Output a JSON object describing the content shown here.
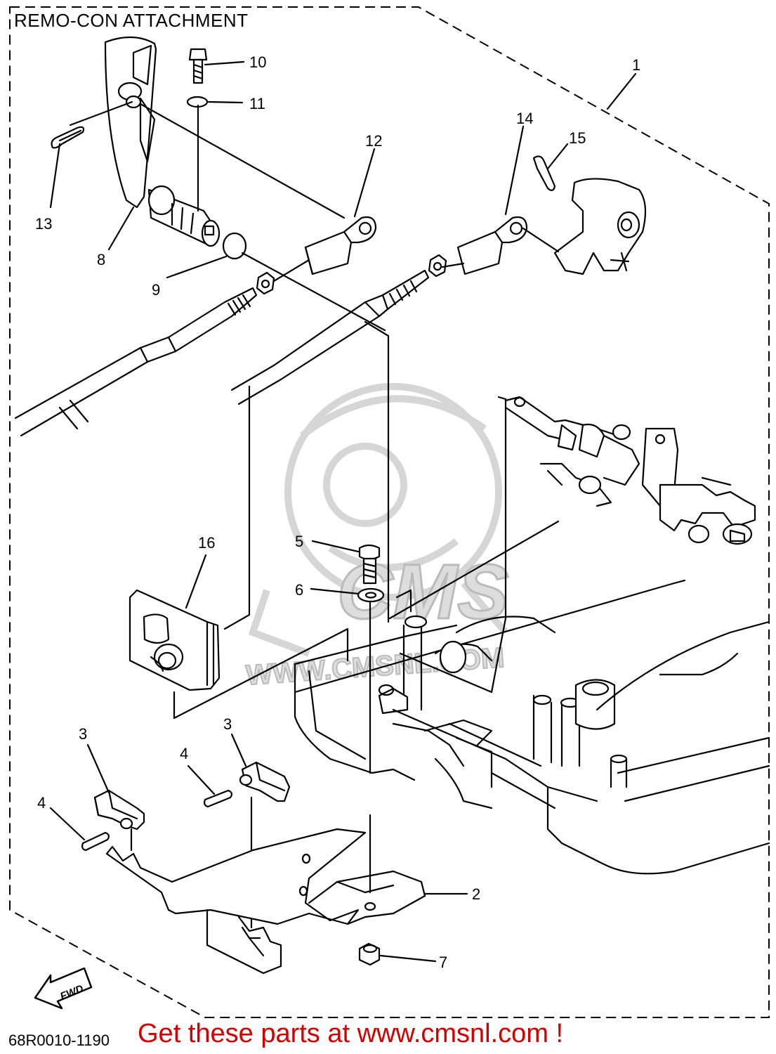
{
  "diagram": {
    "title": "REMO-CON ATTACHMENT",
    "code": "68R0010-1190",
    "cta": "Get these parts at www.cmsnl.com !",
    "fwd_label": "FWD",
    "watermark_text": "CMS",
    "watermark_url": "WWW.CMSNL.COM",
    "callouts": [
      "1",
      "2",
      "3",
      "3",
      "4",
      "4",
      "5",
      "6",
      "7",
      "8",
      "9",
      "10",
      "11",
      "12",
      "13",
      "14",
      "15",
      "16"
    ]
  },
  "colors": {
    "ink": "#000000",
    "cta": "#d40000",
    "watermark": "#cccccc"
  },
  "icons": [
    "fwd-arrow-icon",
    "cms-mascot-watermark"
  ]
}
